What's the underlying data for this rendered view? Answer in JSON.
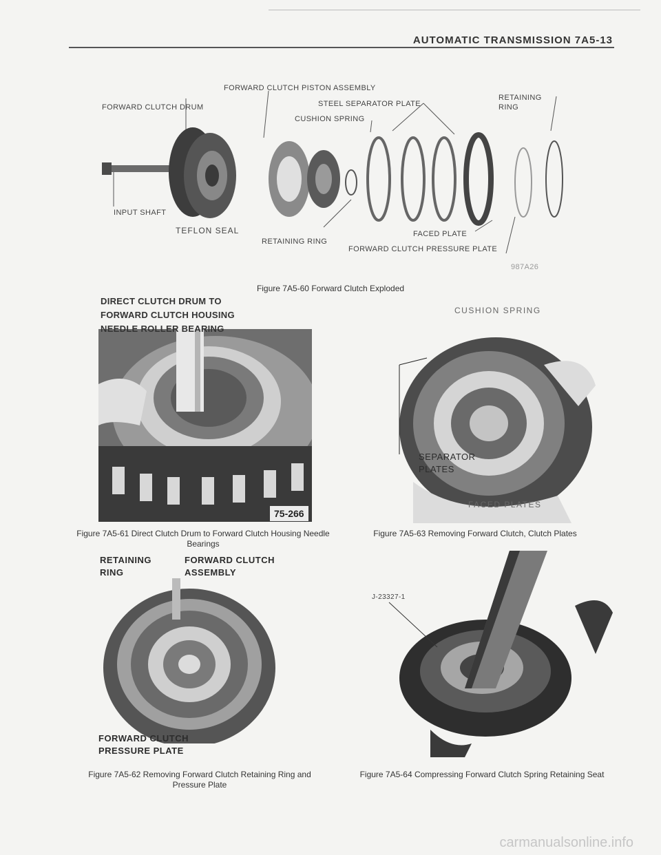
{
  "header": {
    "title": "AUTOMATIC TRANSMISSION 7A5-13"
  },
  "figure60": {
    "labels": {
      "forward_clutch_drum": "FORWARD CLUTCH DRUM",
      "forward_clutch_piston_assembly": "FORWARD CLUTCH PISTON ASSEMBLY",
      "steel_separator_plate": "STEEL SEPARATOR PLATE",
      "cushion_spring": "CUSHION SPRING",
      "retaining_ring_top": "RETAINING RING",
      "input_shaft": "INPUT SHAFT",
      "teflon_seal": "TEFLON SEAL",
      "retaining_ring_bottom": "RETAINING RING",
      "faced_plate": "FACED PLATE",
      "forward_clutch_pressure_plate": "FORWARD CLUTCH PRESSURE PLATE",
      "code": "987A26"
    },
    "caption": "Figure 7A5-60 Forward Clutch Exploded"
  },
  "figure61": {
    "overlay_label": "DIRECT CLUTCH DRUM TO FORWARD CLUTCH HOUSING NEEDLE ROLLER BEARING",
    "tag": "75-266",
    "caption": "Figure 7A5-61 Direct Clutch Drum to Forward Clutch Housing Needle Bearings"
  },
  "figure62": {
    "retaining_ring": "RETAINING RING",
    "forward_clutch_assembly": "FORWARD CLUTCH ASSEMBLY",
    "forward_clutch_pressure_plate": "FORWARD CLUTCH PRESSURE PLATE",
    "caption": "Figure 7A5-62 Removing Forward Clutch Retaining Ring and Pressure Plate"
  },
  "figure63": {
    "cushion_spring": "CUSHION SPRING",
    "separator_plates": "SEPARATOR PLATES",
    "faced_plates": "FACED PLATES",
    "caption": "Figure 7A5-63 Removing Forward Clutch, Clutch Plates"
  },
  "figure64": {
    "tool": "J-23327-1",
    "caption": "Figure 7A5-64 Compressing Forward Clutch Spring Retaining Seat"
  },
  "footer": {
    "watermark": "carmanualsonline.info"
  }
}
